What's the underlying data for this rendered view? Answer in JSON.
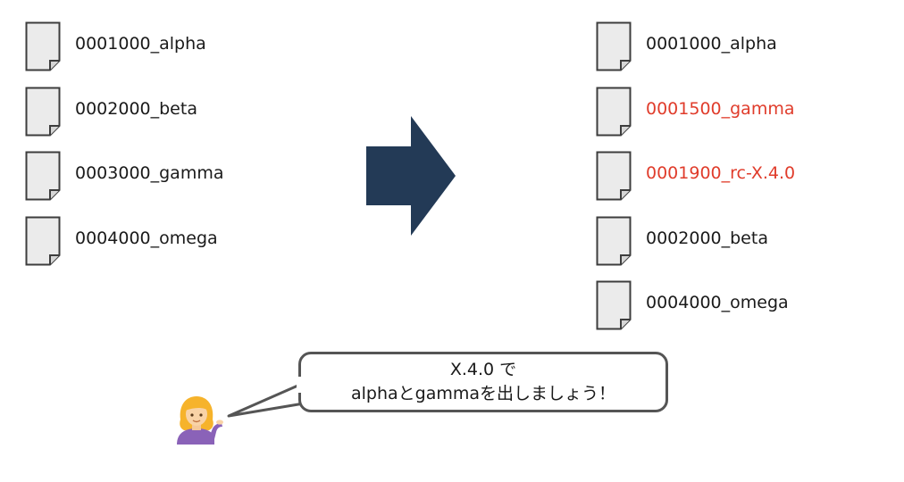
{
  "before": {
    "files": [
      {
        "name": "0001000_alpha"
      },
      {
        "name": "0002000_beta"
      },
      {
        "name": "0003000_gamma"
      },
      {
        "name": "0004000_omega"
      }
    ]
  },
  "after": {
    "files": [
      {
        "name": "0001000_alpha",
        "new": false
      },
      {
        "name": "0001500_gamma",
        "new": true
      },
      {
        "name": "0001900_rc-X.4.0",
        "new": true
      },
      {
        "name": "0002000_beta",
        "new": false
      },
      {
        "name": "0004000_omega",
        "new": false
      }
    ]
  },
  "speech": {
    "line1": "X.4.0 で",
    "line2": "alphaとgammaを出しましょう！"
  },
  "colors": {
    "arrow": "#233a56",
    "new_file_text": "#e03c2b",
    "file_fill": "#ebebeb",
    "file_stroke": "#3d3d3d"
  },
  "icons": {
    "file": "document-icon",
    "arrow": "right-arrow-icon",
    "person": "person-tipping-hand-icon"
  }
}
